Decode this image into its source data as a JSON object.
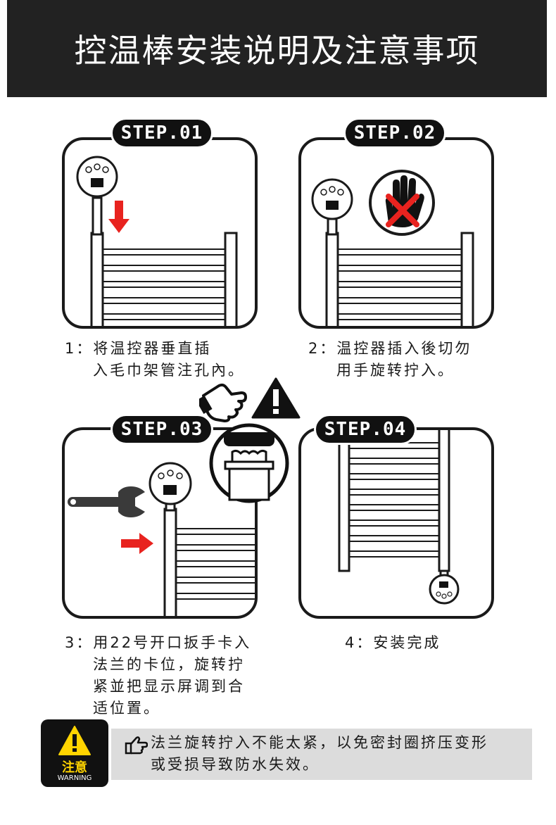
{
  "header": {
    "title": "控温棒安装说明及注意事项"
  },
  "steps": [
    {
      "label": "STEP.01",
      "num": "1：",
      "line1": "将温控器垂直插",
      "line2": "入毛巾架管注孔內。"
    },
    {
      "label": "STEP.02",
      "num": "2：",
      "line1": "温控器插入後切勿",
      "line2": "用手旋转拧入。"
    },
    {
      "label": "STEP.03",
      "num": "3：",
      "line1": "用22号开口扳手卡入",
      "line2": "法兰的卡位，旋转拧",
      "line3": "紧並把显示屏调到合",
      "line4": "适位置。"
    },
    {
      "label": "STEP.04",
      "num": "4：",
      "line1": "安装完成"
    }
  ],
  "warning": {
    "label": "注意",
    "sub": "WARNING",
    "line1": "法兰旋转拧入不能太紧，以免密封圈挤压变形",
    "line2": "或受损导致防水失效。"
  },
  "colors": {
    "header_bg": "#222222",
    "arrow_red": "#e8231f",
    "warning_yellow": "#ffd400",
    "note_bg": "#dcdcdc"
  },
  "icons": [
    "red-down-arrow-icon",
    "no-hand-icon",
    "pointing-hand-icon",
    "warning-triangle-icon",
    "wrench-icon",
    "red-right-arrow-icon",
    "hand-point-icon"
  ]
}
